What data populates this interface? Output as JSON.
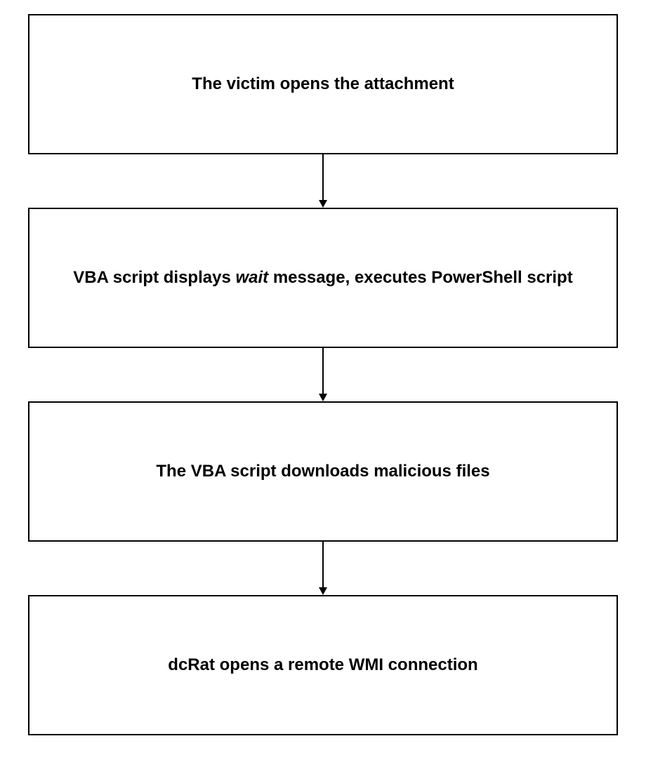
{
  "diagram": {
    "type": "flowchart",
    "direction": "top-down",
    "background_color": "#ffffff",
    "node_border_color": "#000000",
    "node_fill_color": "#ffffff",
    "text_color": "#000000",
    "nodes": [
      {
        "id": "step-1",
        "parts": [
          {
            "text": "The victim opens the attachment",
            "italic": false
          }
        ]
      },
      {
        "id": "step-2",
        "parts": [
          {
            "text": "VBA script displays ",
            "italic": false
          },
          {
            "text": "wait",
            "italic": true
          },
          {
            "text": " message, executes PowerShell script",
            "italic": false
          }
        ]
      },
      {
        "id": "step-3",
        "parts": [
          {
            "text": "The VBA script downloads malicious files",
            "italic": false
          }
        ]
      },
      {
        "id": "step-4",
        "parts": [
          {
            "text": "dcRat opens a remote WMI connection",
            "italic": false
          }
        ]
      }
    ],
    "connectors": [
      {
        "from": "step-1",
        "to": "step-2",
        "style": "arrow-down"
      },
      {
        "from": "step-2",
        "to": "step-3",
        "style": "arrow-down"
      },
      {
        "from": "step-3",
        "to": "step-4",
        "style": "arrow-down"
      }
    ]
  }
}
